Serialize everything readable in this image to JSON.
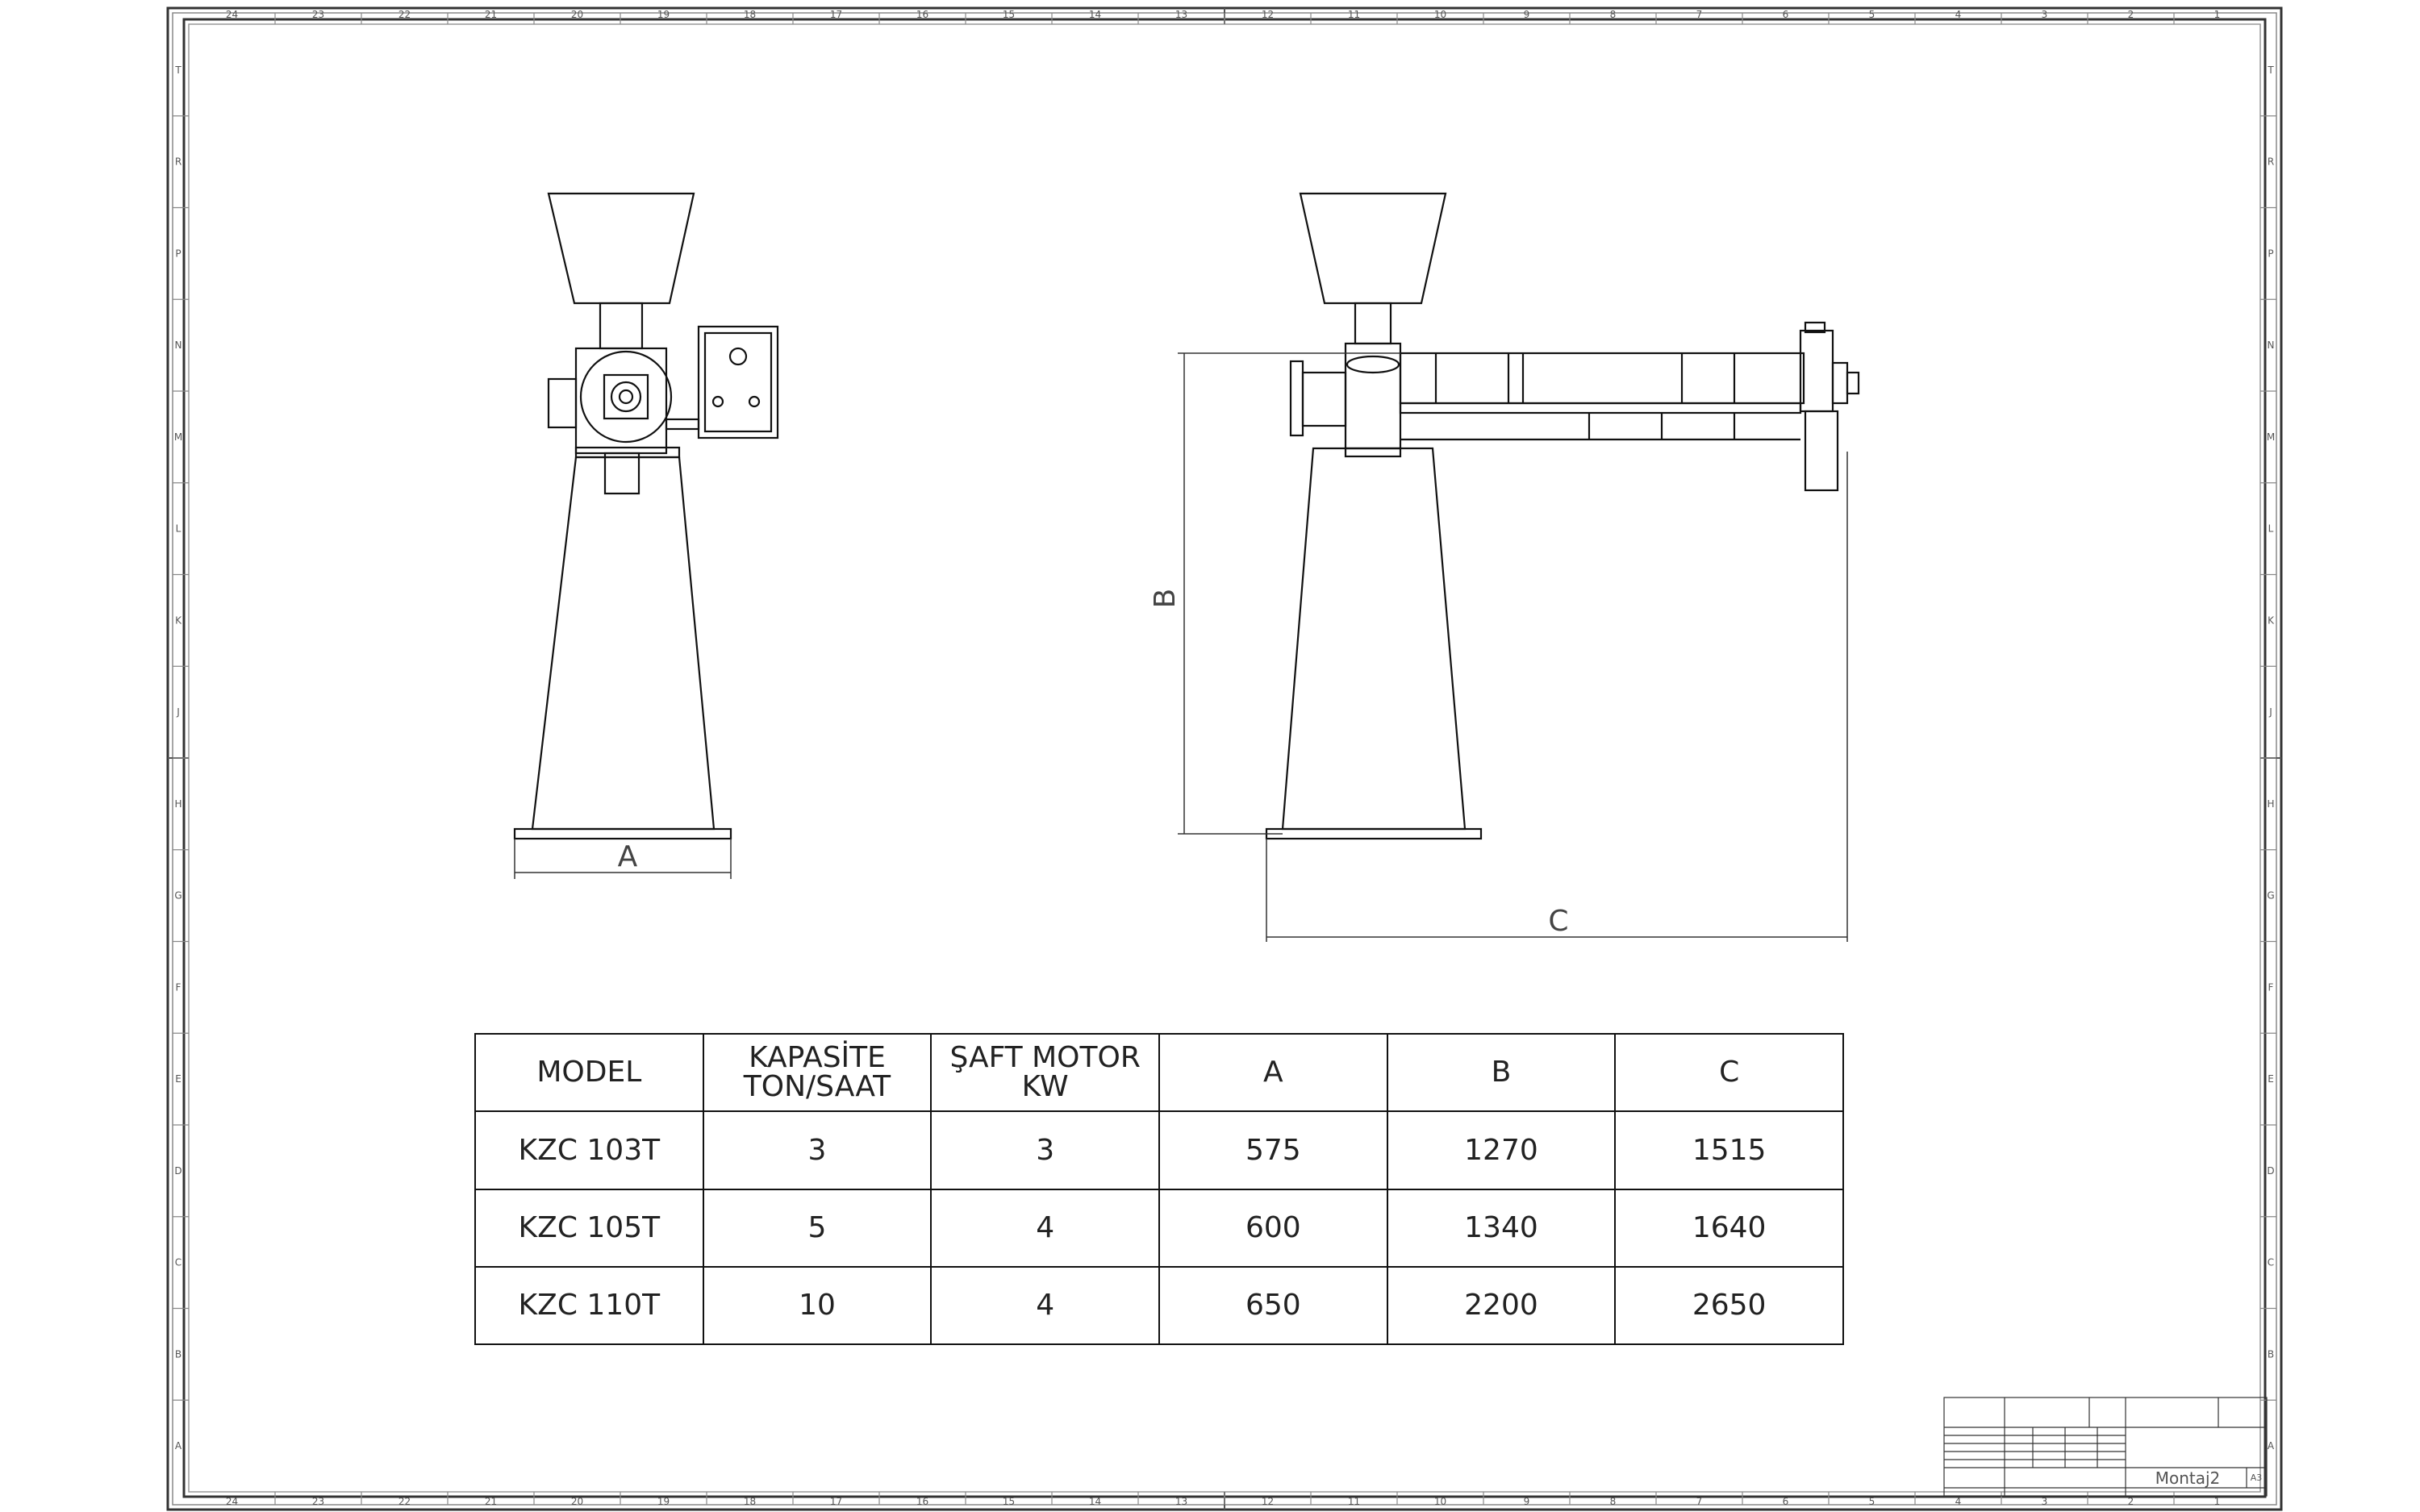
{
  "drawing": {
    "border_columns": [
      "24",
      "23",
      "22",
      "21",
      "20",
      "19",
      "18",
      "17",
      "16",
      "15",
      "14",
      "13",
      "12",
      "11",
      "10",
      "9",
      "8",
      "7",
      "6",
      "5",
      "4",
      "3",
      "2",
      "1"
    ],
    "border_rows": [
      "T",
      "R",
      "P",
      "N",
      "M",
      "L",
      "K",
      "J",
      "H",
      "G",
      "F",
      "E",
      "D",
      "C",
      "B",
      "A"
    ],
    "dimensions": {
      "a": "A",
      "b": "B",
      "c": "C"
    }
  },
  "table": {
    "headers": [
      {
        "line1": "MODEL",
        "line2": ""
      },
      {
        "line1": "KAPASİTE",
        "line2": "TON/SAAT"
      },
      {
        "line1": "ŞAFT MOTOR KW",
        "line2": ""
      },
      {
        "line1": "A",
        "line2": ""
      },
      {
        "line1": "B",
        "line2": ""
      },
      {
        "line1": "C",
        "line2": ""
      }
    ],
    "rows": [
      [
        "KZC 103T",
        "3",
        "3",
        "575",
        "1270",
        "1515"
      ],
      [
        "KZC 105T",
        "5",
        "4",
        "600",
        "1340",
        "1640"
      ],
      [
        "KZC 110T",
        "10",
        "4",
        "650",
        "2200",
        "2650"
      ]
    ]
  },
  "title_block": {
    "name": "Montaj2",
    "sheet_size": "A3"
  }
}
